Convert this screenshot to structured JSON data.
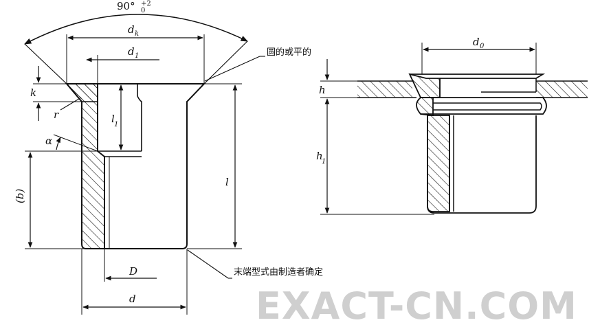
{
  "labels": {
    "angle_main": "90°",
    "angle_tol_upper": "+2",
    "angle_tol_lower": "0",
    "dk_main": "d",
    "dk_sub": "k",
    "d1_main": "d",
    "d1_sub": "1",
    "d0_main": "d",
    "d0_sub": "0",
    "k": "k",
    "r": "r",
    "l1_main": "l",
    "l1_sub": "1",
    "alpha": "α",
    "b": "(b)",
    "l": "l",
    "D": "D",
    "d": "d",
    "h": "h",
    "h1_main": "h",
    "h1_sub": "1"
  },
  "notes": {
    "round_or_flat": "圆的或平的",
    "end_shape": "末端型式由制造者确定"
  },
  "watermark": "EXACT-CN.COM",
  "colors": {
    "line": "#111111",
    "watermark": "#cfcfcf"
  }
}
